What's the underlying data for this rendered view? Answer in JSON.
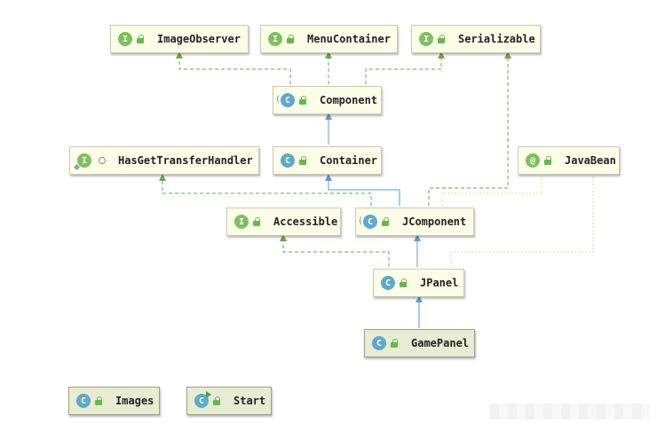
{
  "diagram": {
    "nodes": [
      {
        "id": "imageobserver",
        "label": "ImageObserver",
        "kind": "interface",
        "kind_letter": "I",
        "visibility": "public"
      },
      {
        "id": "menucontainer",
        "label": "MenuContainer",
        "kind": "interface",
        "kind_letter": "I",
        "visibility": "public"
      },
      {
        "id": "serializable",
        "label": "Serializable",
        "kind": "interface",
        "kind_letter": "I",
        "visibility": "public"
      },
      {
        "id": "component",
        "label": "Component",
        "kind": "abstract-class",
        "kind_letter": "C",
        "visibility": "public"
      },
      {
        "id": "hasgettransferhandler",
        "label": "HasGetTransferHandler",
        "kind": "interface",
        "kind_letter": "I",
        "visibility": "package"
      },
      {
        "id": "container",
        "label": "Container",
        "kind": "class",
        "kind_letter": "C",
        "visibility": "public"
      },
      {
        "id": "javabean",
        "label": "JavaBean",
        "kind": "annotation",
        "kind_letter": "@",
        "visibility": "public"
      },
      {
        "id": "accessible",
        "label": "Accessible",
        "kind": "interface",
        "kind_letter": "I",
        "visibility": "public"
      },
      {
        "id": "jcomponent",
        "label": "JComponent",
        "kind": "abstract-class",
        "kind_letter": "C",
        "visibility": "public"
      },
      {
        "id": "jpanel",
        "label": "JPanel",
        "kind": "class",
        "kind_letter": "C",
        "visibility": "public"
      },
      {
        "id": "gamepanel",
        "label": "GamePanel",
        "kind": "class",
        "kind_letter": "C",
        "visibility": "public",
        "selected": true
      },
      {
        "id": "images",
        "label": "Images",
        "kind": "class",
        "kind_letter": "C",
        "visibility": "public",
        "selected": true
      },
      {
        "id": "start",
        "label": "Start",
        "kind": "runnable-class",
        "kind_letter": "C",
        "visibility": "public",
        "selected": true
      }
    ],
    "edges": [
      {
        "from": "component",
        "to": "imageobserver",
        "type": "implements"
      },
      {
        "from": "component",
        "to": "menucontainer",
        "type": "implements"
      },
      {
        "from": "component",
        "to": "serializable",
        "type": "implements"
      },
      {
        "from": "container",
        "to": "component",
        "type": "extends"
      },
      {
        "from": "jcomponent",
        "to": "container",
        "type": "extends"
      },
      {
        "from": "jcomponent",
        "to": "hasgettransferhandler",
        "type": "implements"
      },
      {
        "from": "jcomponent",
        "to": "serializable",
        "type": "implements"
      },
      {
        "from": "jcomponent",
        "to": "javabean",
        "type": "annotated"
      },
      {
        "from": "jpanel",
        "to": "jcomponent",
        "type": "extends"
      },
      {
        "from": "jpanel",
        "to": "accessible",
        "type": "implements"
      },
      {
        "from": "jpanel",
        "to": "javabean",
        "type": "annotated"
      },
      {
        "from": "gamepanel",
        "to": "jpanel",
        "type": "extends"
      }
    ],
    "colors": {
      "extends": "#5b9bd5",
      "implements": "#6aa84f",
      "annotated": "#d9d9a8",
      "node_bg": "#fdfee8",
      "node_selected_bg": "#e7ecd2",
      "interface_icon": "#7fbf60",
      "class_icon": "#5fa8cf"
    }
  }
}
